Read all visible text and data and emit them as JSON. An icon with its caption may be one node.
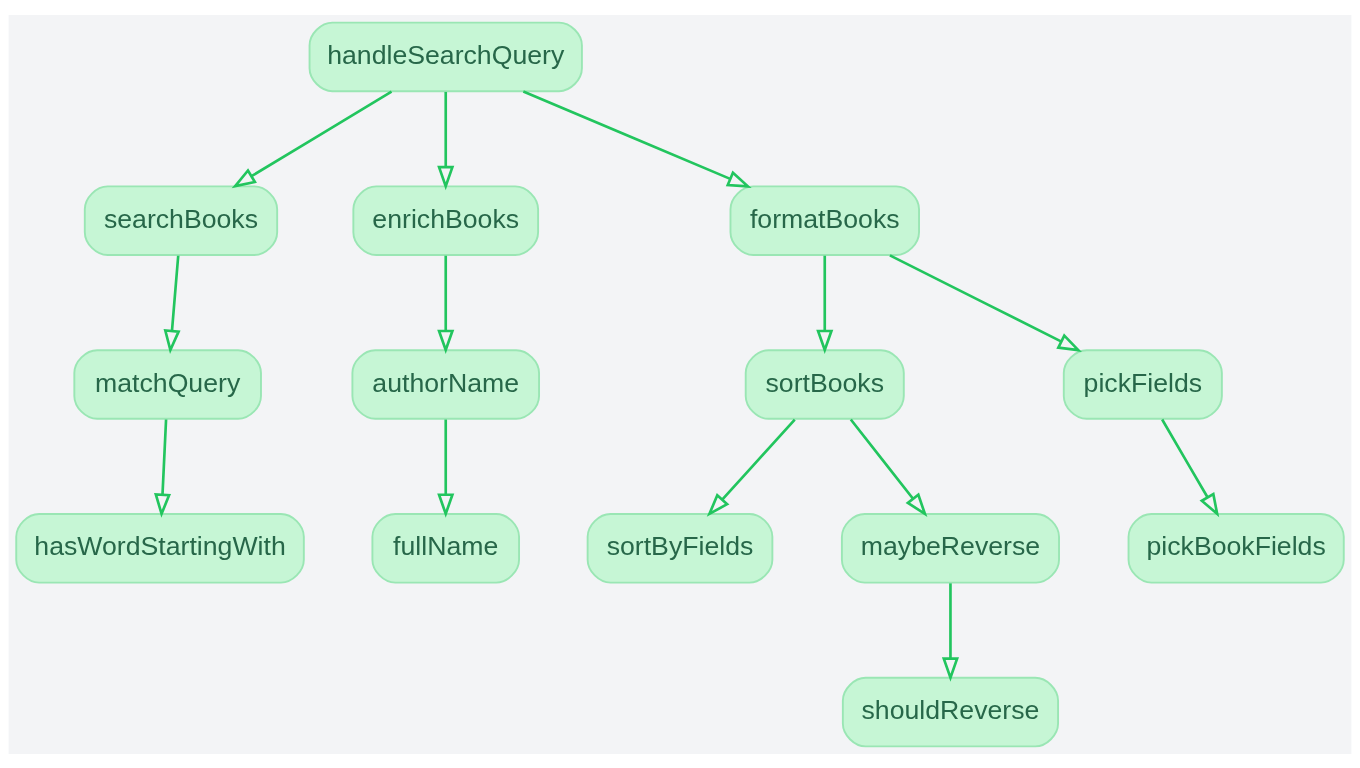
{
  "diagram": {
    "nodes": [
      {
        "text": [
          "handleSearchQuery"
        ]
      },
      {
        "text": [
          "searchBooks"
        ]
      },
      {
        "text": [
          "enrichBooks"
        ]
      },
      {
        "text": [
          "formatBooks"
        ]
      },
      {
        "text": [
          "matchQuery"
        ]
      },
      {
        "text": [
          "authorName"
        ]
      },
      {
        "text": [
          "sortBooks"
        ]
      },
      {
        "text": [
          "pickFields"
        ]
      },
      {
        "text": [
          "hasWordStartingWith"
        ]
      },
      {
        "text": [
          "fullName"
        ]
      },
      {
        "text": [
          "sortByFields"
        ]
      },
      {
        "text": [
          "maybeReverse"
        ]
      },
      {
        "text": [
          "pickBookFields"
        ]
      },
      {
        "text": [
          "shouldReverse"
        ]
      }
    ],
    "edges": [
      {
        "from": 0,
        "to": 1,
        "arrow": "to"
      },
      {
        "from": 0,
        "to": 2,
        "arrow": "to"
      },
      {
        "from": 0,
        "to": 3,
        "arrow": "to"
      },
      {
        "from": 1,
        "to": 4,
        "arrow": "to"
      },
      {
        "from": 4,
        "to": 8,
        "arrow": "to"
      },
      {
        "from": 2,
        "to": 5,
        "arrow": "to"
      },
      {
        "from": 5,
        "to": 9,
        "arrow": "to"
      },
      {
        "from": 3,
        "to": 6,
        "arrow": "to"
      },
      {
        "from": 3,
        "to": 7,
        "arrow": "to"
      },
      {
        "from": 6,
        "to": 10,
        "arrow": "to"
      },
      {
        "from": 6,
        "to": 11,
        "arrow": "to"
      },
      {
        "from": 7,
        "to": 12,
        "arrow": "to"
      },
      {
        "from": 11,
        "to": 13,
        "arrow": "to"
      }
    ]
  }
}
